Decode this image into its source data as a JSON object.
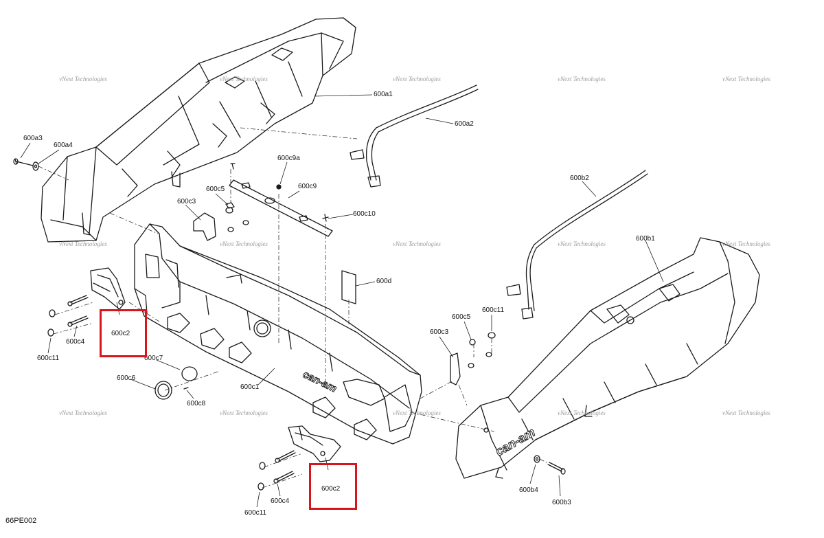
{
  "diagram": {
    "code": "66PE002",
    "watermark": "vNext Technologies",
    "brand_logo": "can-am",
    "labels": [
      {
        "id": "600a1",
        "text": "600a1"
      },
      {
        "id": "600a2",
        "text": "600a2"
      },
      {
        "id": "600a3",
        "text": "600a3"
      },
      {
        "id": "600a4",
        "text": "600a4"
      },
      {
        "id": "600b1",
        "text": "600b1"
      },
      {
        "id": "600b2",
        "text": "600b2"
      },
      {
        "id": "600b3",
        "text": "600b3"
      },
      {
        "id": "600b4",
        "text": "600b4"
      },
      {
        "id": "600c1",
        "text": "600c1"
      },
      {
        "id": "600c2-left",
        "text": "600c2"
      },
      {
        "id": "600c2-right",
        "text": "600c2"
      },
      {
        "id": "600c3-left",
        "text": "600c3"
      },
      {
        "id": "600c3-right",
        "text": "600c3"
      },
      {
        "id": "600c4-left",
        "text": "600c4"
      },
      {
        "id": "600c4-right",
        "text": "600c4"
      },
      {
        "id": "600c5-left",
        "text": "600c5"
      },
      {
        "id": "600c5-right",
        "text": "600c5"
      },
      {
        "id": "600c6",
        "text": "600c6"
      },
      {
        "id": "600c7",
        "text": "600c7"
      },
      {
        "id": "600c8",
        "text": "600c8"
      },
      {
        "id": "600c9",
        "text": "600c9"
      },
      {
        "id": "600c9a",
        "text": "600c9a"
      },
      {
        "id": "600c10",
        "text": "600c10"
      },
      {
        "id": "600c11-left",
        "text": "600c11"
      },
      {
        "id": "600c11-mid",
        "text": "600c11"
      },
      {
        "id": "600c11-right",
        "text": "600c11"
      },
      {
        "id": "600d",
        "text": "600d"
      }
    ],
    "highlight_color": "#d6151c",
    "line_color": "#1a1a1a"
  }
}
